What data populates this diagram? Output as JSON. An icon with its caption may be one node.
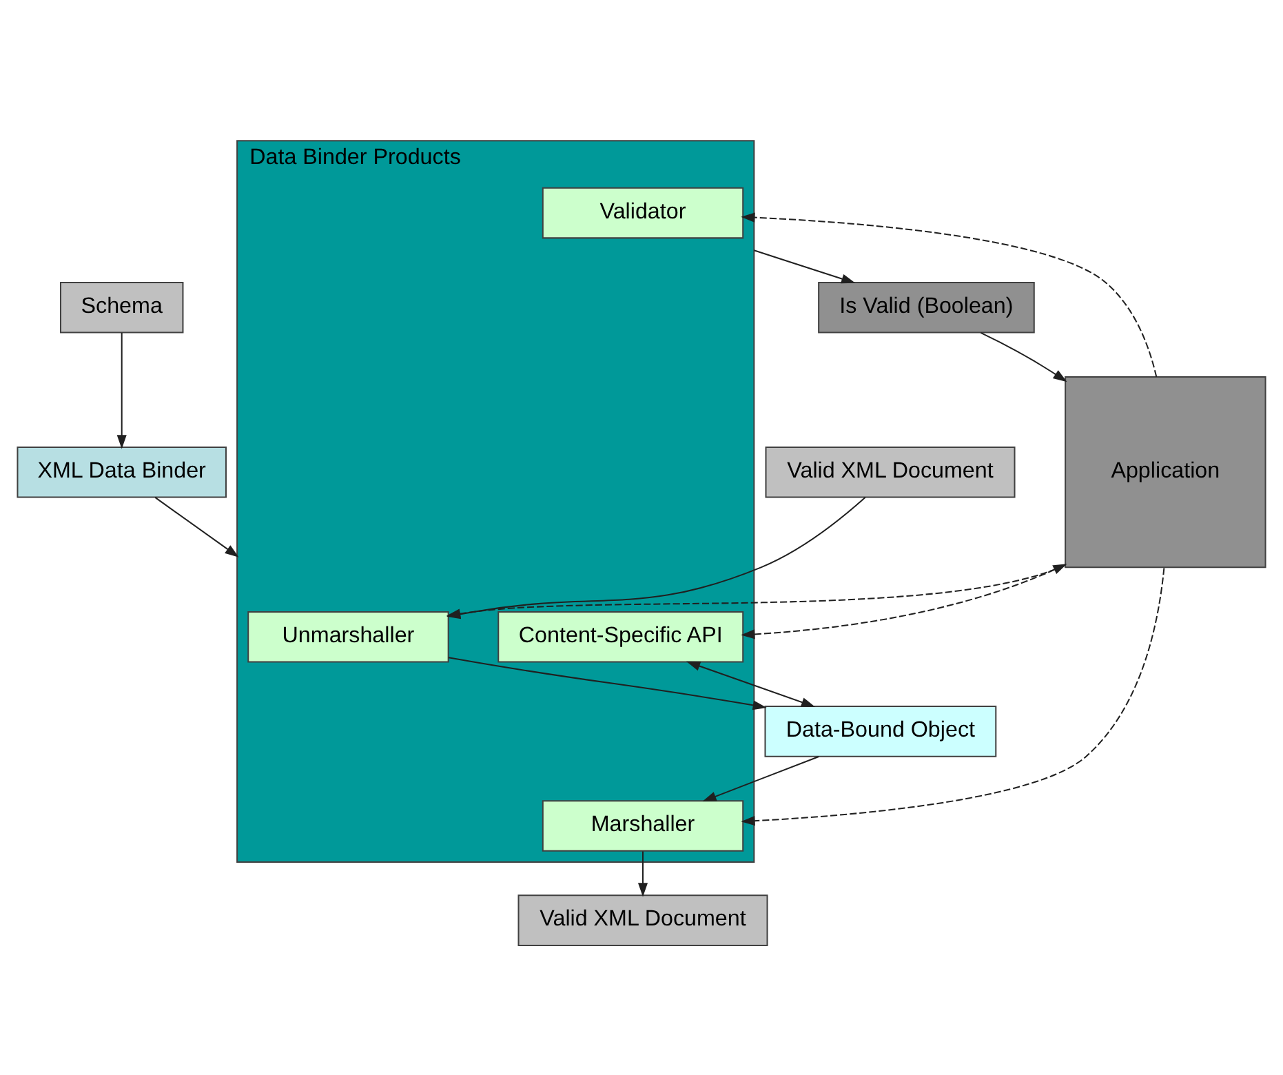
{
  "diagram": {
    "nodes": [
      {
        "text": [
          "Schema"
        ]
      },
      {
        "text": [
          "XML Data Binder"
        ]
      },
      {
        "text": [
          "Data Binder Products"
        ]
      },
      {
        "text": [
          "Unmarshaller"
        ],
        "in": 2
      },
      {
        "text": [
          "Content-Specific API"
        ],
        "in": 2
      },
      {
        "text": [
          "Marshaller"
        ],
        "in": 2
      },
      {
        "text": [
          "Validator"
        ],
        "in": 2
      },
      {
        "text": [
          "Valid XML Document"
        ]
      },
      {
        "text": [
          "Data-Bound Object"
        ]
      },
      {
        "text": [
          "Valid XML Document"
        ]
      },
      {
        "text": [
          "Application"
        ]
      },
      {
        "text": [
          "Is Valid (Boolean)"
        ]
      }
    ],
    "edges": [
      {
        "from": 0,
        "to": 1,
        "arrow": "to"
      },
      {
        "from": 1,
        "to": 2,
        "arrow": "to"
      },
      {
        "from": 7,
        "to": 3,
        "arrow": "to"
      },
      {
        "from": 3,
        "to": 8,
        "arrow": "to"
      },
      {
        "from": 4,
        "to": 8,
        "arrow": "both"
      },
      {
        "from": 8,
        "to": 5,
        "arrow": "to"
      },
      {
        "from": 5,
        "to": 9,
        "arrow": "to"
      },
      {
        "from": 10,
        "to": 3,
        "arrow": "to",
        "style": "dashed"
      },
      {
        "from": 10,
        "to": 4,
        "arrow": "both",
        "style": "dashed"
      },
      {
        "from": 10,
        "to": 5,
        "arrow": "to",
        "style": "dashed"
      },
      {
        "from": 10,
        "to": 6,
        "arrow": "to",
        "style": "dashed"
      },
      {
        "from": 2,
        "to": 11,
        "arrow": "to"
      },
      {
        "from": 11,
        "to": 10,
        "arrow": "to"
      }
    ]
  }
}
